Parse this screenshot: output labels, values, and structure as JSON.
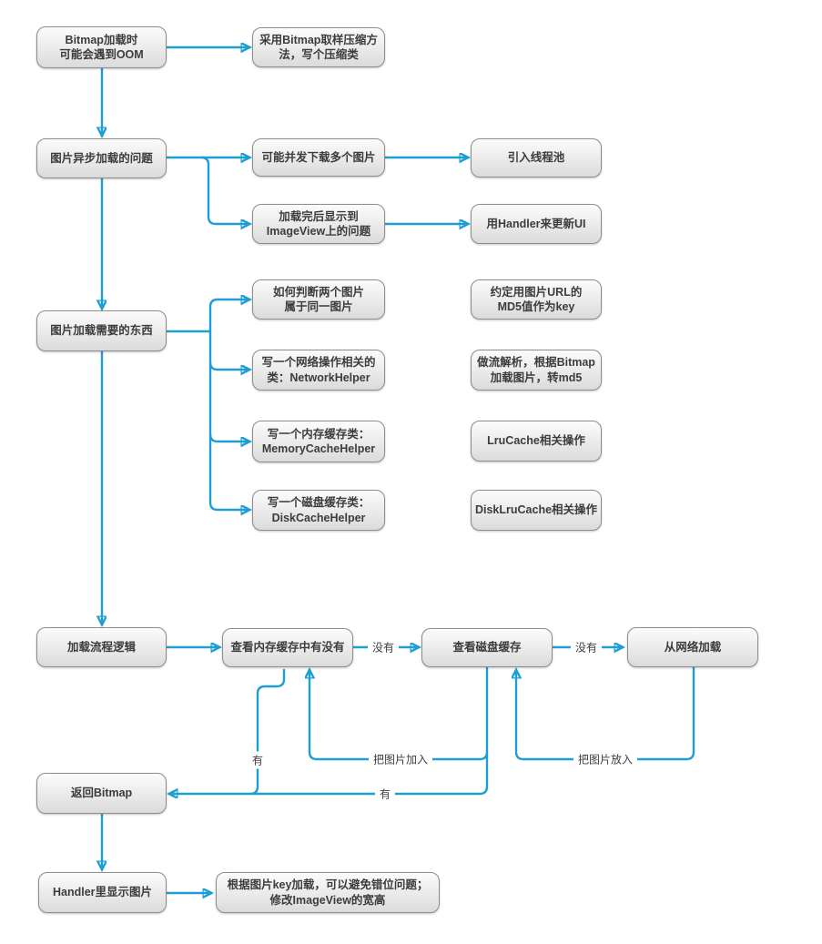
{
  "canvas": {
    "background": "#ffffff"
  },
  "theme": {
    "connector_color": "#1e9fd4",
    "node_border_color": "#8d8d8d",
    "node_fill_top": "#fcfcfc",
    "node_fill_bottom": "#dbdbdb",
    "node_text_color": "#3c3c3c",
    "edge_label_color": "#3e3e3e"
  },
  "nodes": {
    "bitmap_oom": {
      "text": "Bitmap加载时\n可能会遇到OOM"
    },
    "sampling_compression": {
      "text": "采用Bitmap取样压缩方\n法，写个压缩类"
    },
    "async_problem": {
      "text": "图片异步加载的问题"
    },
    "concurrent_download": {
      "text": "可能并发下载多个图片"
    },
    "thread_pool": {
      "text": "引入线程池"
    },
    "display_imageview": {
      "text": "加载完后显示到\nImageView上的问题"
    },
    "handler_update_ui": {
      "text": "用Handler来更新UI"
    },
    "loading_needs": {
      "text": "图片加载需要的东西"
    },
    "judge_same_image": {
      "text": "如何判断两个图片\n属于同一图片"
    },
    "md5_key": {
      "text": "约定用图片URL的\nMD5值作为key"
    },
    "network_helper": {
      "text": "写一个网络操作相关的\n类：NetworkHelper"
    },
    "stream_parse": {
      "text": "做流解析，根据Bitmap\n加载图片，转md5"
    },
    "memory_cache_helper": {
      "text": "写一个内存缓存类：\nMemoryCacheHelper"
    },
    "lrucache_ops": {
      "text": "LruCache相关操作"
    },
    "disk_cache_helper": {
      "text": "写一个磁盘缓存类：\nDiskCacheHelper"
    },
    "disklrucache_ops": {
      "text": "DiskLruCache相关操作"
    },
    "loading_flow": {
      "text": "加载流程逻辑"
    },
    "check_memory": {
      "text": "查看内存缓存中有没有"
    },
    "check_disk": {
      "text": "查看磁盘缓存"
    },
    "load_network": {
      "text": "从网络加载"
    },
    "return_bitmap": {
      "text": "返回Bitmap"
    },
    "handler_display": {
      "text": "Handler里显示图片"
    },
    "key_load_note": {
      "text": "根据图片key加载，可以避免错位问题；\n修改ImageView的宽高"
    }
  },
  "edge_labels": {
    "no_1": {
      "text": "没有"
    },
    "no_2": {
      "text": "没有"
    },
    "yes_1": {
      "text": "有"
    },
    "yes_2": {
      "text": "有"
    },
    "add_to_memory": {
      "text": "把图片加入"
    },
    "put_to_disk": {
      "text": "把图片放入"
    }
  }
}
